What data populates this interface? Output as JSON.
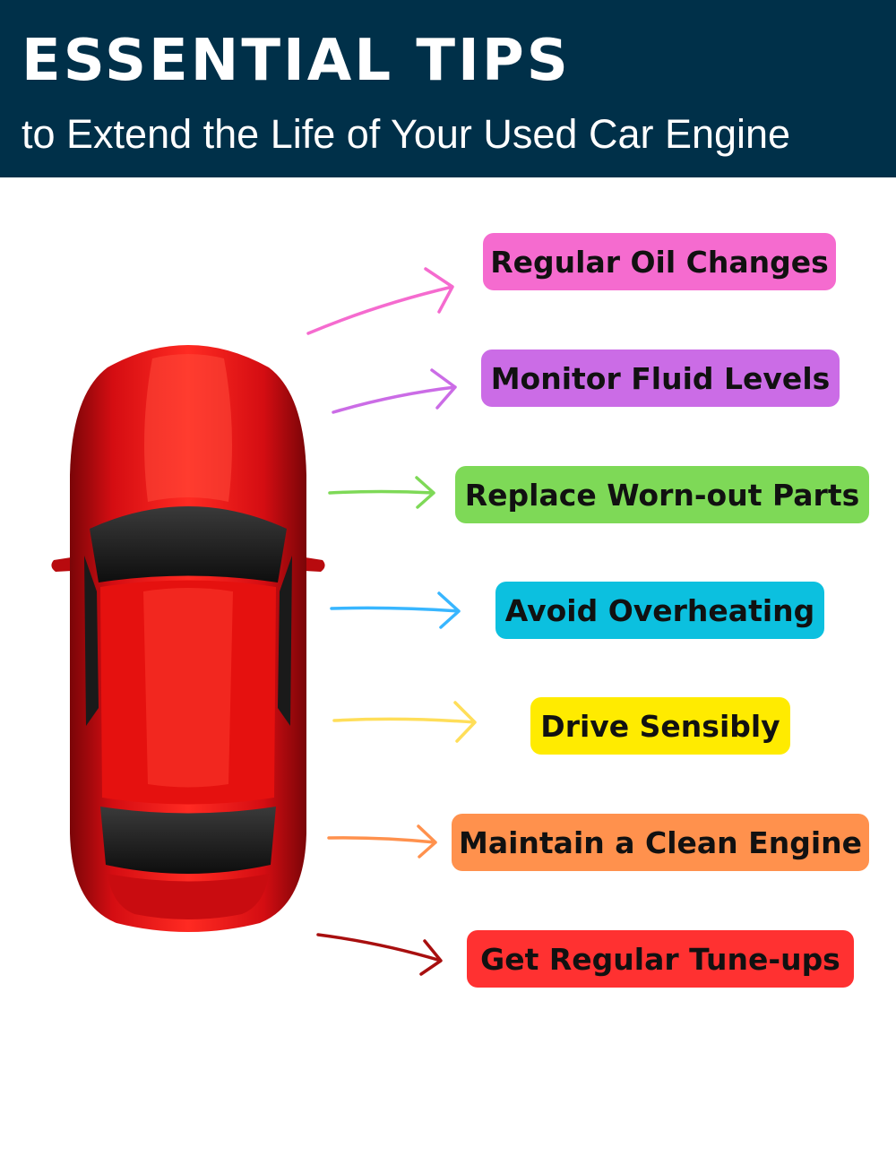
{
  "header": {
    "title": "ESSENTIAL TIPS",
    "subtitle": "to Extend the Life of Your Used Car Engine"
  },
  "tips": [
    {
      "label": "Regular Oil Changes",
      "color": "#f56bcf"
    },
    {
      "label": "Monitor Fluid Levels",
      "color": "#cb6ce6"
    },
    {
      "label": "Replace Worn-out Parts",
      "color": "#7ed957"
    },
    {
      "label": "Avoid Overheating",
      "color": "#0cc0df"
    },
    {
      "label": "Drive Sensibly",
      "color": "#ffeb00"
    },
    {
      "label": "Maintain a Clean Engine",
      "color": "#ff914d"
    },
    {
      "label": "Get Regular Tune-ups",
      "color": "#ff3131"
    }
  ],
  "illustration": {
    "icon": "red-car-top-view-icon",
    "body_color": "#e00d12"
  },
  "arrow_colors": [
    "#f56bcf",
    "#cb6ce6",
    "#7ed957",
    "#38b6ff",
    "#ffde59",
    "#ff914d",
    "#a80f0f"
  ]
}
